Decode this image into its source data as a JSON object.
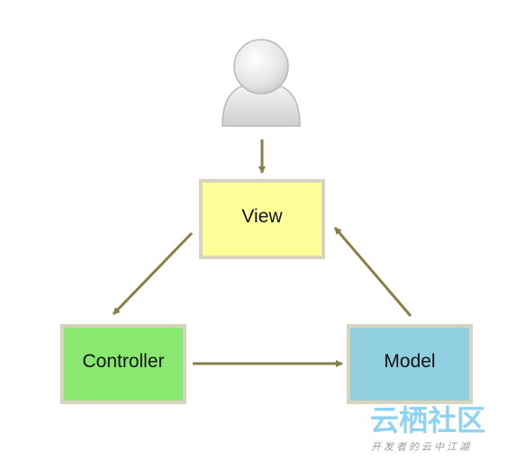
{
  "diagram": {
    "nodes": {
      "user": {
        "icon": "user-icon"
      },
      "view": {
        "label": "View",
        "fill": "#ffff99"
      },
      "controller": {
        "label": "Controller",
        "fill": "#88e86f"
      },
      "model": {
        "label": "Model",
        "fill": "#8fcfdf"
      }
    },
    "edges": [
      {
        "from": "user",
        "to": "view"
      },
      {
        "from": "view",
        "to": "controller"
      },
      {
        "from": "controller",
        "to": "model"
      },
      {
        "from": "model",
        "to": "view"
      }
    ],
    "colors": {
      "arrow": "#8a7d45",
      "box_border": "#d8d3bf"
    }
  },
  "watermark": {
    "title": "云栖社区",
    "subtitle": "开发者的云中江湖"
  }
}
